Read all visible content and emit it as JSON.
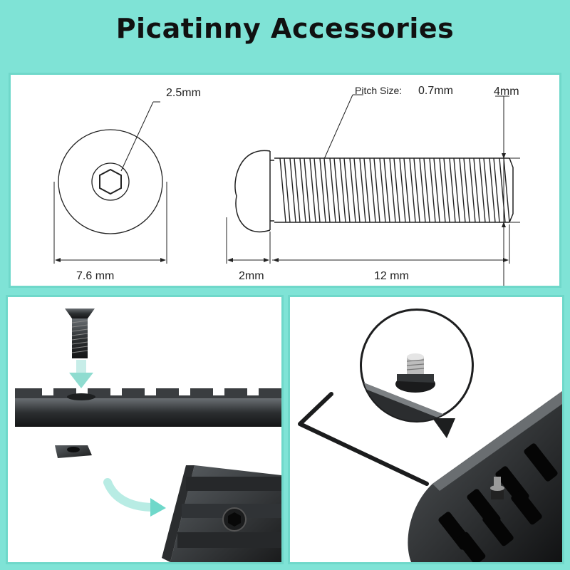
{
  "header": {
    "title": "Picatinny Accessories"
  },
  "diagram": {
    "hex_size": "2.5mm",
    "head_diameter": "7.6 mm",
    "pitch_label": "Pitch Size:",
    "pitch_value": "0.7mm",
    "thread_diameter": "4mm",
    "head_height": "2mm",
    "thread_length": "12 mm"
  },
  "colors": {
    "background": "#7fe3d6",
    "accent": "#4fd6c3",
    "panel": "#ffffff"
  }
}
